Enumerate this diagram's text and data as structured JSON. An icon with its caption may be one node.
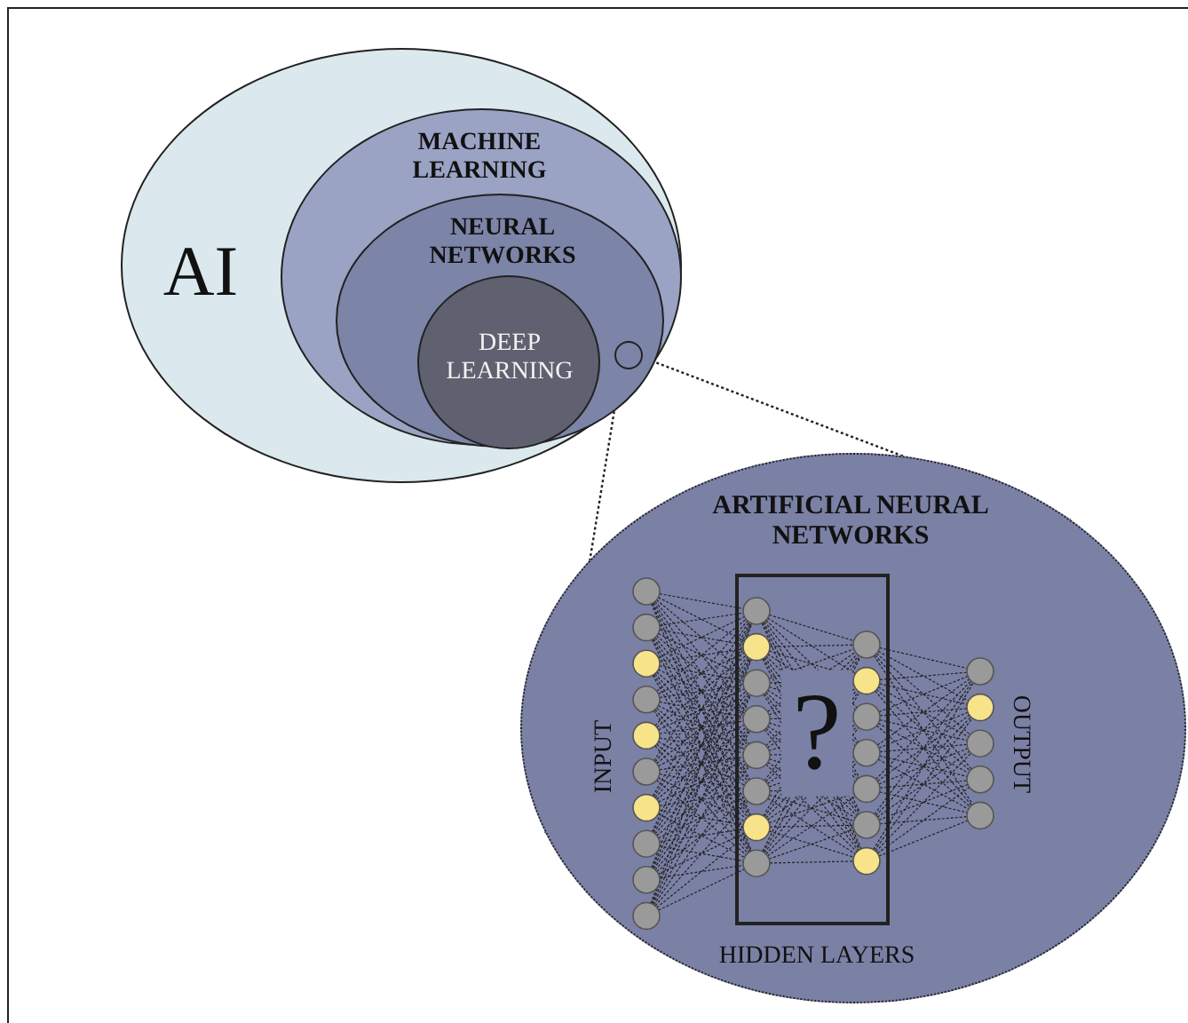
{
  "diagram": {
    "nodes": [
      {
        "text": [
          "AI"
        ]
      },
      {
        "text": [
          "MACHINE LEARNING"
        ],
        "in": 0
      },
      {
        "text": [
          "NEURAL NETWORKS"
        ],
        "in": 1
      },
      {
        "text": [
          "DEEP LEARNING"
        ],
        "in": 2
      },
      {
        "text": [],
        "shape": "circle",
        "in": 2
      },
      {
        "text": [
          "ARTIFICIAL NEURAL NETWORKS",
          "INPUT",
          "OUTPUT"
        ]
      },
      {
        "text": [
          "?",
          "HIDDEN LAYERS"
        ],
        "in": 5
      }
    ],
    "edges": [
      {
        "from": 4,
        "to": 5,
        "arrow": "none",
        "style": "dashed"
      },
      {
        "from": 4,
        "to": 5,
        "arrow": "none",
        "style": "dashed"
      }
    ]
  }
}
